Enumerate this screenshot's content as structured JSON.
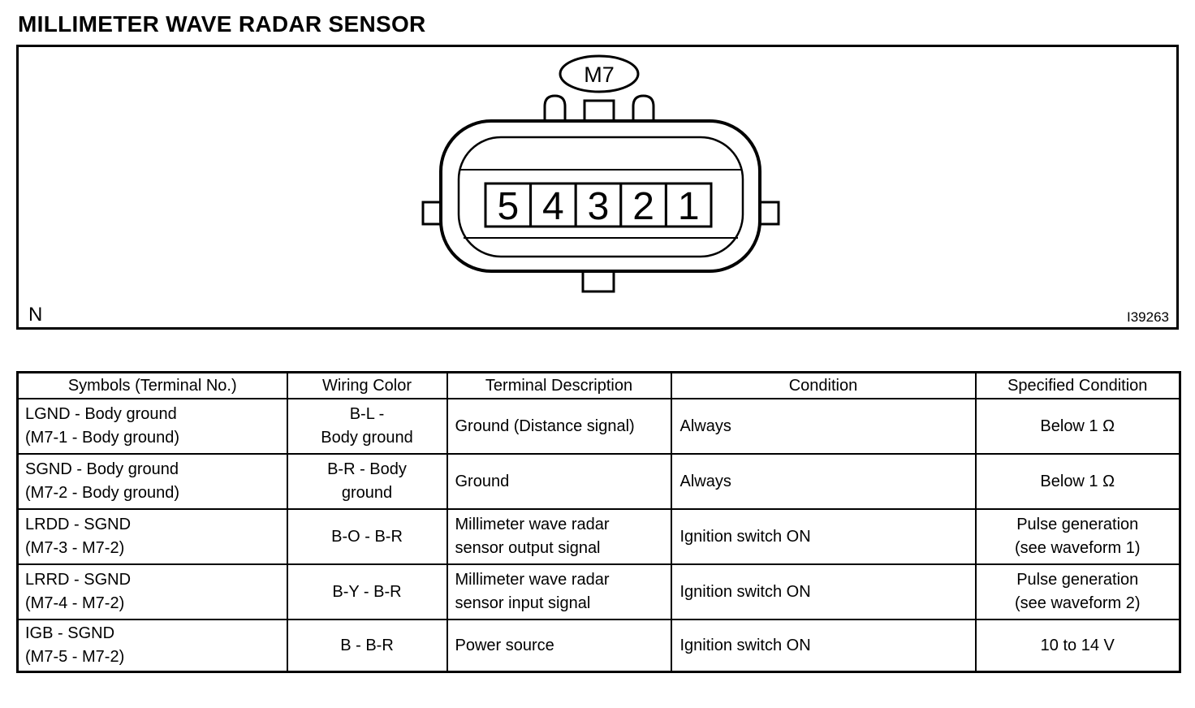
{
  "page": {
    "title": "MILLIMETER WAVE RADAR SENSOR"
  },
  "diagram": {
    "connector_label": "M7",
    "pins": [
      "5",
      "4",
      "3",
      "2",
      "1"
    ],
    "corner_note": "N",
    "figure_id": "I39263"
  },
  "table": {
    "headers": [
      "Symbols (Terminal No.)",
      "Wiring Color",
      "Terminal Description",
      "Condition",
      "Specified Condition"
    ],
    "rows": [
      {
        "symbols": "LGND - Body ground\n(M7-1 - Body ground)",
        "wiring_color": "B-L -\nBody ground",
        "description": "Ground (Distance signal)",
        "condition": "Always",
        "specified": "Below 1 Ω"
      },
      {
        "symbols": "SGND - Body ground\n(M7-2 - Body ground)",
        "wiring_color": "B-R - Body\nground",
        "description": "Ground",
        "condition": "Always",
        "specified": "Below 1 Ω"
      },
      {
        "symbols": "LRDD - SGND\n(M7-3 - M7-2)",
        "wiring_color": "B-O - B-R",
        "description": "Millimeter wave radar\nsensor output signal",
        "condition": "Ignition switch ON",
        "specified": "Pulse generation\n(see waveform 1)"
      },
      {
        "symbols": "LRRD - SGND\n(M7-4 - M7-2)",
        "wiring_color": "B-Y - B-R",
        "description": "Millimeter wave radar\nsensor input signal",
        "condition": "Ignition switch ON",
        "specified": "Pulse generation\n(see waveform 2)"
      },
      {
        "symbols": "IGB - SGND\n(M7-5 - M7-2)",
        "wiring_color": "B - B-R",
        "description": "Power source",
        "condition": "Ignition switch ON",
        "specified": "10 to 14 V"
      }
    ]
  }
}
